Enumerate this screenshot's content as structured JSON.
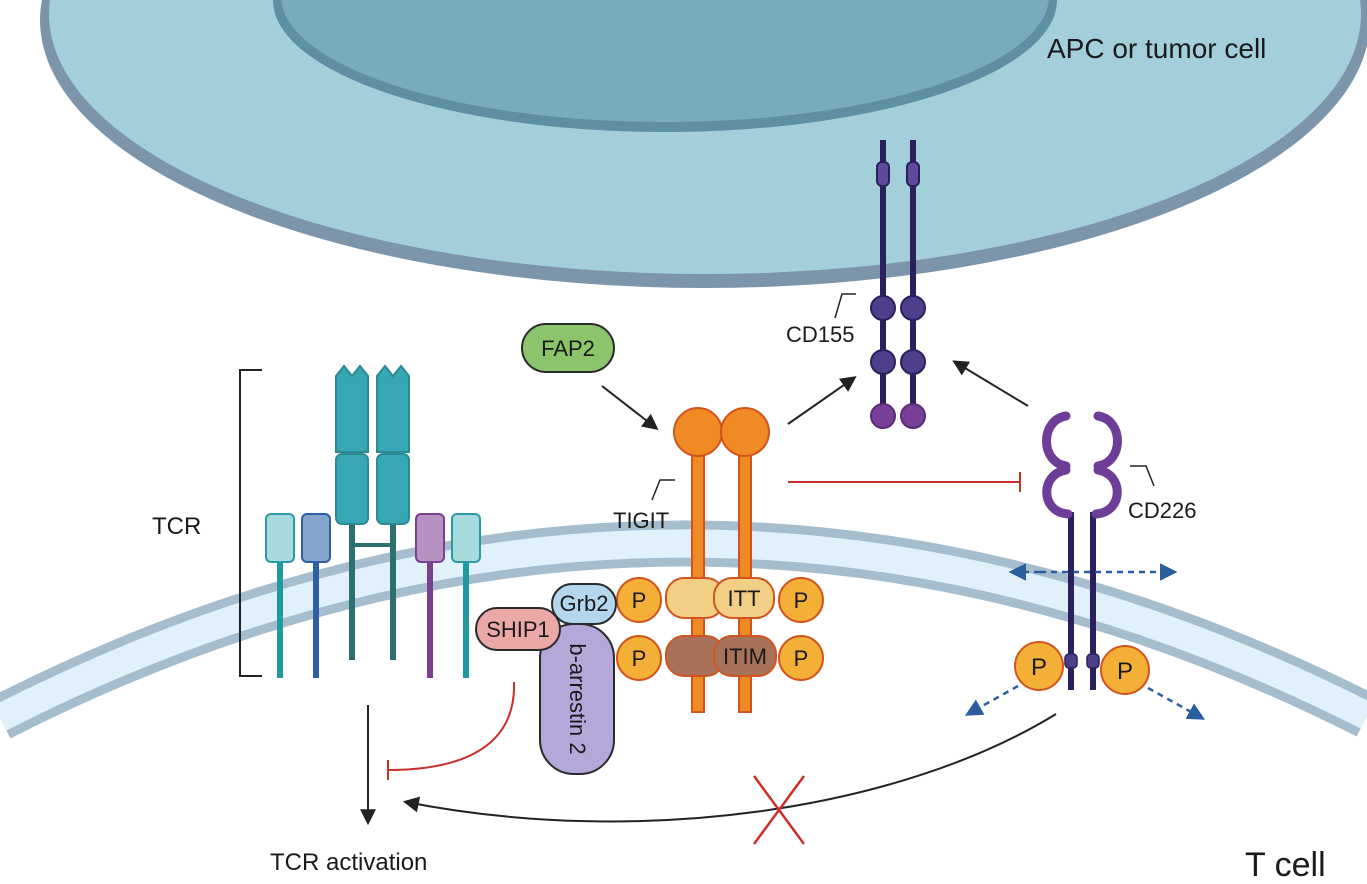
{
  "labels": {
    "apc": "APC or tumor cell",
    "tcell": "T cell",
    "tcr": "TCR",
    "tcr_activation": "TCR activation",
    "fap2": "FAP2",
    "tigit": "TIGIT",
    "cd155": "CD155",
    "cd226": "CD226",
    "grb2": "Grb2",
    "ship1": "SHIP1",
    "barrestin": "b-arrestin 2",
    "itt": "ITT",
    "itim": "ITIM",
    "p": "P"
  },
  "colors": {
    "apc_fill": "#a3cfda",
    "apc_nucleus": "#78abbd",
    "membrane": "#a8c4d4",
    "tigit": "#f08a24",
    "tigit_dark": "#d1541f",
    "phospho": "#f4b036",
    "purple": "#6e3d97",
    "navy": "#2a205e",
    "teal": "#37a8b3",
    "inhibit_red": "#c9302c"
  }
}
